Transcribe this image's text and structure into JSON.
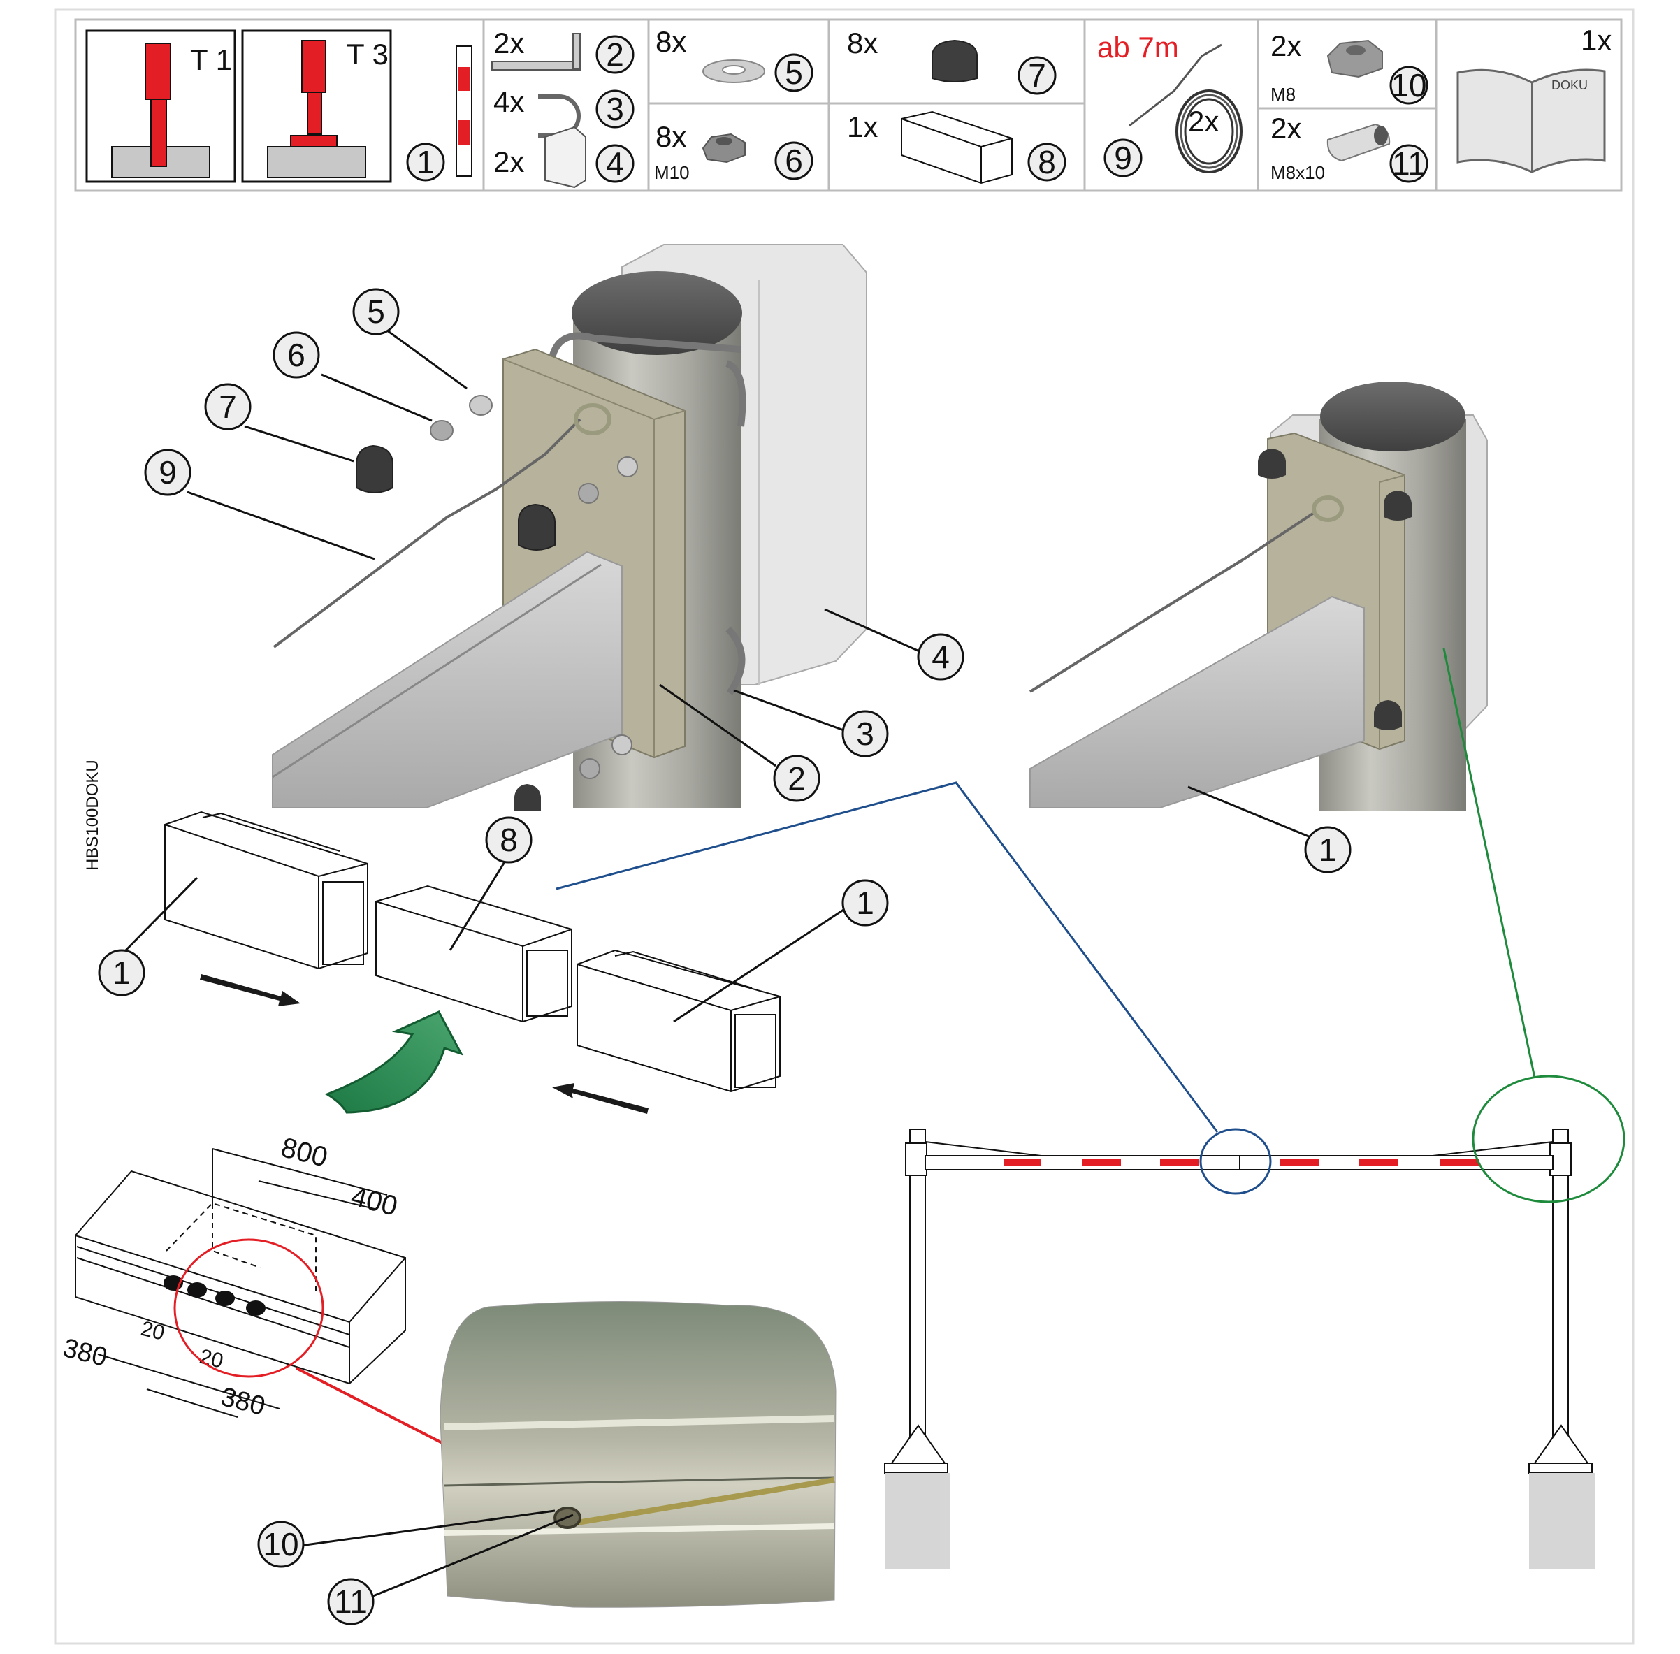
{
  "side_label": "HBS100DOKU",
  "parts_table": {
    "types": [
      {
        "label": "T 1"
      },
      {
        "label": "T 3"
      }
    ],
    "item_2": {
      "qty": "2x",
      "num": "2"
    },
    "item_3": {
      "qty": "4x",
      "num": "3"
    },
    "item_4": {
      "qty": "2x",
      "num": "4"
    },
    "item_1": {
      "num": "1"
    },
    "item_5": {
      "qty": "8x",
      "num": "5"
    },
    "item_6": {
      "qty": "8x",
      "num": "6",
      "size": "M10"
    },
    "item_7": {
      "qty": "8x",
      "num": "7"
    },
    "item_8": {
      "qty": "1x",
      "num": "8"
    },
    "item_9": {
      "note": "ab 7m",
      "qty": "2x",
      "num": "9"
    },
    "item_10": {
      "qty": "2x",
      "num": "10",
      "size": "M8"
    },
    "item_11": {
      "qty": "2x",
      "num": "11",
      "size": "M8x10"
    },
    "manual": {
      "qty": "1x",
      "book_label": "DOKU"
    }
  },
  "callouts": {
    "top_left": [
      "5",
      "6",
      "7",
      "9",
      "4",
      "3",
      "2"
    ],
    "top_right": [
      "1"
    ],
    "assembly": [
      "8",
      "1",
      "1"
    ],
    "detail": [
      "10",
      "11"
    ]
  },
  "dimensions": {
    "d800": "800",
    "d400": "400",
    "d380a": "380",
    "d20a": "20",
    "d20b": "20",
    "d380b": "380"
  },
  "colors": {
    "red": "#e31e24",
    "blue": "#1f4e8c",
    "green": "#1e8a3c",
    "dark_green": "#1d7a44",
    "metal": "#b9b9b4"
  }
}
